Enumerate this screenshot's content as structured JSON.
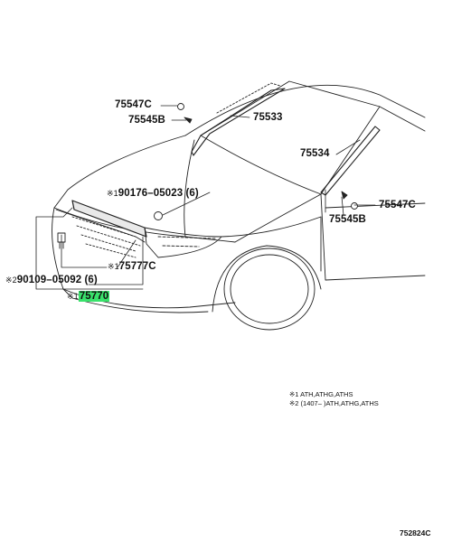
{
  "labels": {
    "p75547c_top": "75547C",
    "p75545b_top": "75545B",
    "p75533": "75533",
    "p75534": "75534",
    "p75547c_right": "75547C",
    "p75545b_right": "75545B",
    "p90176_prefix": "※1",
    "p90176": "90176–05023 (6)",
    "p90109_prefix": "※2",
    "p90109": "90109–05092 (6)",
    "p75777c_prefix": "※1",
    "p75777c": "75777C",
    "p75770_prefix": "※1",
    "p75770": "75770"
  },
  "notes": {
    "note1": "※1 ATH,ATHG,ATHS",
    "note2": "※2 (1407–        )ATH,ATHG,ATHS"
  },
  "ref_code": "752824C",
  "colors": {
    "highlight": "#39e26b",
    "line": "#222222"
  }
}
